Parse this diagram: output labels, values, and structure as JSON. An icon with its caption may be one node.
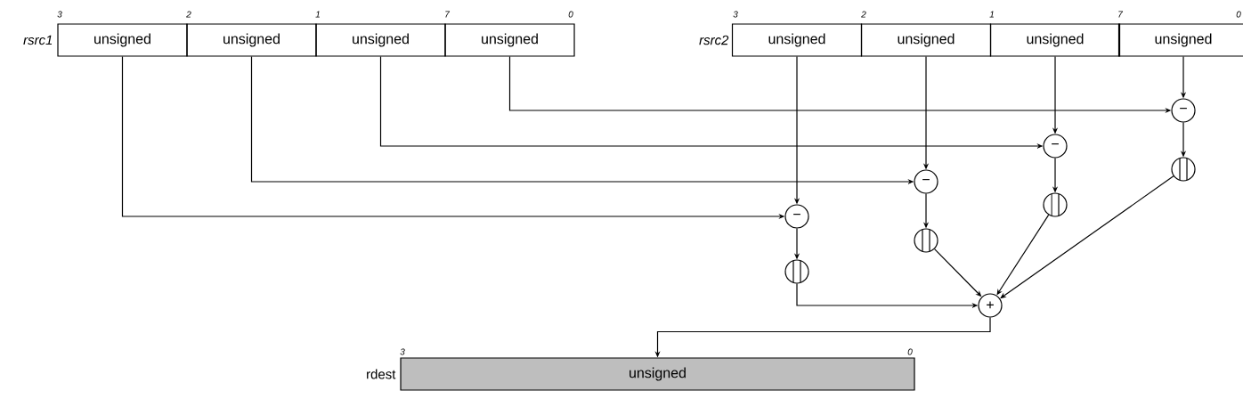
{
  "diagram": {
    "nodes": [
      {
        "text": [
          "unsigned"
        ]
      },
      {
        "text": [
          "unsigned"
        ]
      },
      {
        "text": [
          "unsigned"
        ]
      },
      {
        "text": [
          "unsigned"
        ]
      },
      {
        "text": [
          "unsigned"
        ]
      },
      {
        "text": [
          "unsigned"
        ]
      },
      {
        "text": [
          "unsigned"
        ]
      },
      {
        "text": [
          "unsigned"
        ]
      },
      {
        "text": [
          "−"
        ]
      },
      {
        "text": [
          "−"
        ]
      },
      {
        "text": [
          "−"
        ]
      },
      {
        "text": [
          "−"
        ]
      },
      {
        "text": [],
        "shape": "circle"
      },
      {
        "text": [],
        "shape": "circle"
      },
      {
        "text": [],
        "shape": "circle"
      },
      {
        "text": [],
        "shape": "circle"
      },
      {
        "text": [
          "+"
        ]
      },
      {
        "text": [
          "unsigned"
        ]
      }
    ],
    "edges": [
      {
        "from": 0,
        "to": 8,
        "arrow": "to"
      },
      {
        "from": 4,
        "to": 8,
        "arrow": "to"
      },
      {
        "from": 1,
        "to": 9,
        "arrow": "to"
      },
      {
        "from": 5,
        "to": 9,
        "arrow": "to"
      },
      {
        "from": 2,
        "to": 10,
        "arrow": "to"
      },
      {
        "from": 6,
        "to": 10,
        "arrow": "to"
      },
      {
        "from": 3,
        "to": 11,
        "arrow": "to"
      },
      {
        "from": 7,
        "to": 11,
        "arrow": "to"
      },
      {
        "from": 8,
        "to": 12,
        "arrow": "to"
      },
      {
        "from": 9,
        "to": 13,
        "arrow": "to"
      },
      {
        "from": 10,
        "to": 14,
        "arrow": "to"
      },
      {
        "from": 11,
        "to": 15,
        "arrow": "to"
      },
      {
        "from": 12,
        "to": 16,
        "arrow": "to"
      },
      {
        "from": 13,
        "to": 16,
        "arrow": "to"
      },
      {
        "from": 14,
        "to": 16,
        "arrow": "to"
      },
      {
        "from": 15,
        "to": 16,
        "arrow": "to"
      },
      {
        "from": 16,
        "to": 17,
        "arrow": "to"
      }
    ],
    "labels": [
      "3",
      "2",
      "1",
      "7",
      "0",
      "3",
      "2",
      "1",
      "7",
      "0",
      "rsrc1",
      "rsrc2",
      "3",
      "0",
      "rdest"
    ]
  }
}
